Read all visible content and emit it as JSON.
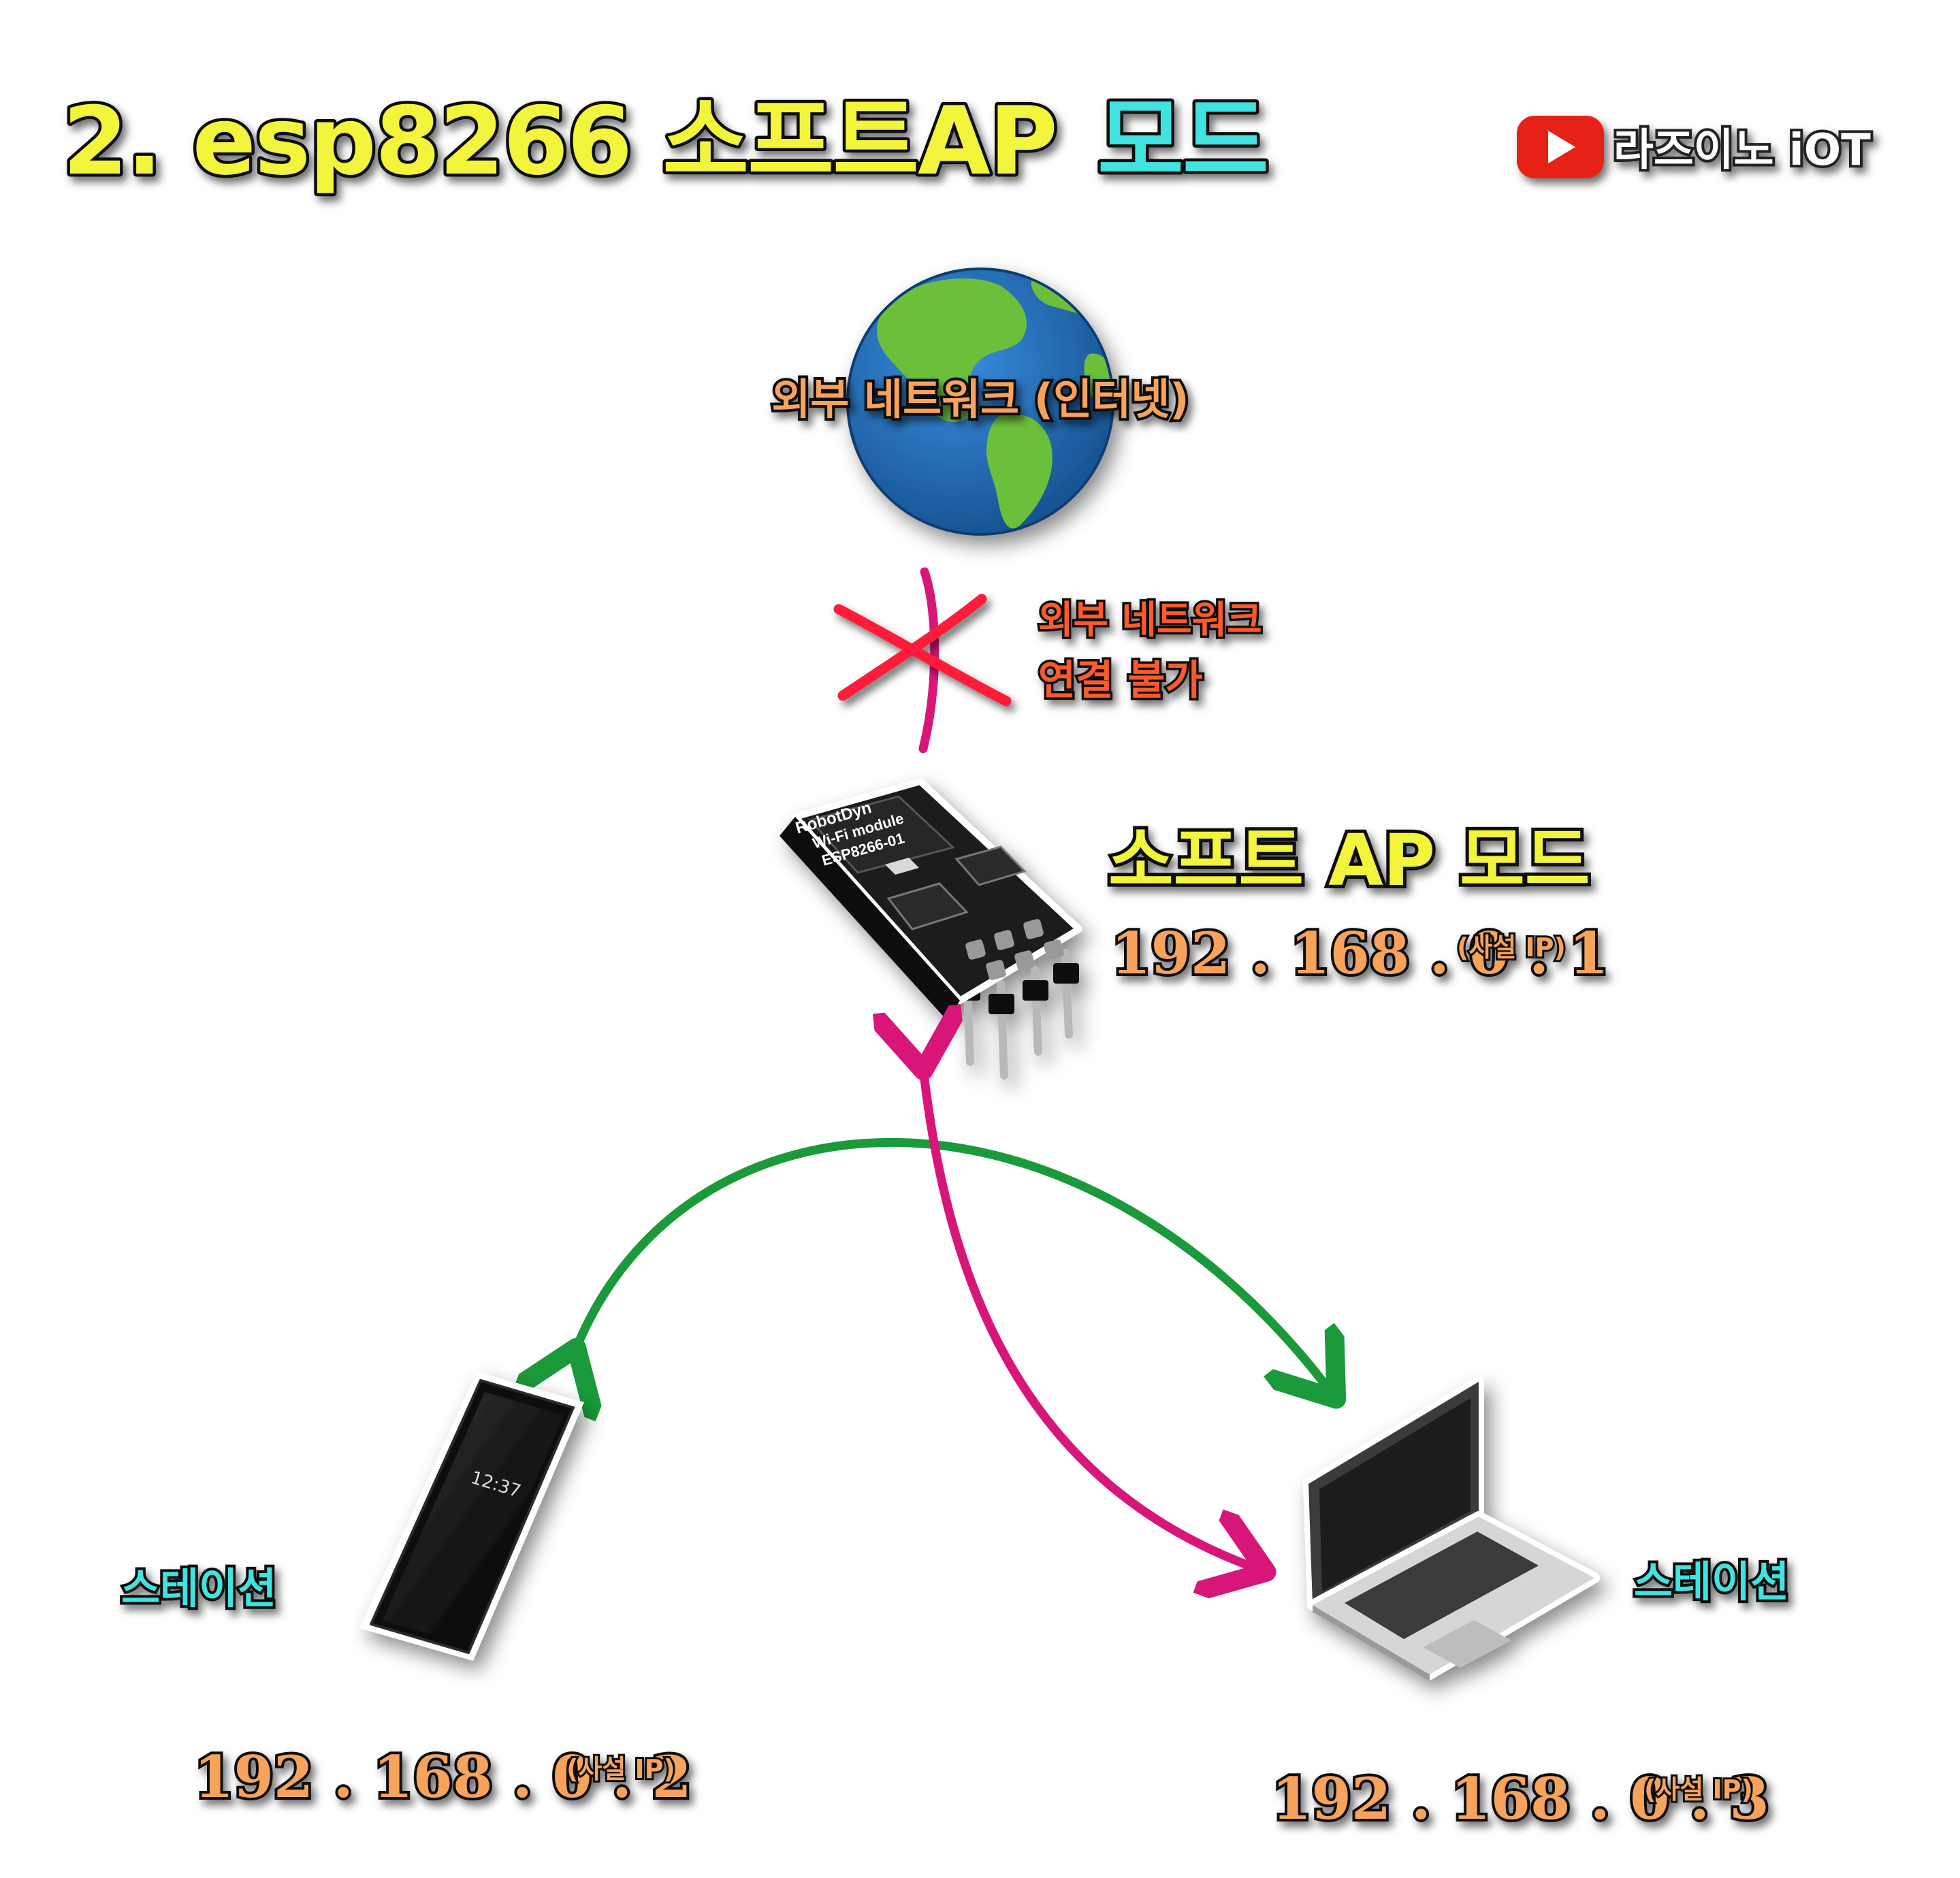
{
  "title": {
    "prefix": "2. esp8266 ",
    "middle": "소프트AP",
    "suffix": "모드"
  },
  "channel": {
    "name": "라즈이노 iOT"
  },
  "internet": {
    "label": "외부 네트워크 (인터넷)"
  },
  "blocked": {
    "line1": "외부 네트워크",
    "line2": "연결 불가"
  },
  "module": {
    "label": "소프트 AP 모드",
    "ip": "192 . 168 . 0 . 1",
    "ip_note": "(사설 IP)",
    "board_text": [
      "RobotDyn",
      "Wi-Fi module",
      "ESP8266-01"
    ]
  },
  "phone": {
    "label": "스테이션",
    "ip": "192 . 168 . 0 . 2",
    "ip_note": "(사설 IP)",
    "clock": "12:37"
  },
  "laptop": {
    "label": "스테이션",
    "ip": "192 . 168 . 0 . 3",
    "ip_note": "(사설 IP)"
  },
  "colors": {
    "title_yellow": "#f2f53a",
    "title_cyan": "#3fe3e0",
    "label_orange": "#f7a35c",
    "blocked_red": "#ff5a2a",
    "green_arrow": "#1a9a3a",
    "magenta_arrow": "#d8167a",
    "x_mark": "#ff1f3a",
    "youtube_red": "#e62117"
  }
}
